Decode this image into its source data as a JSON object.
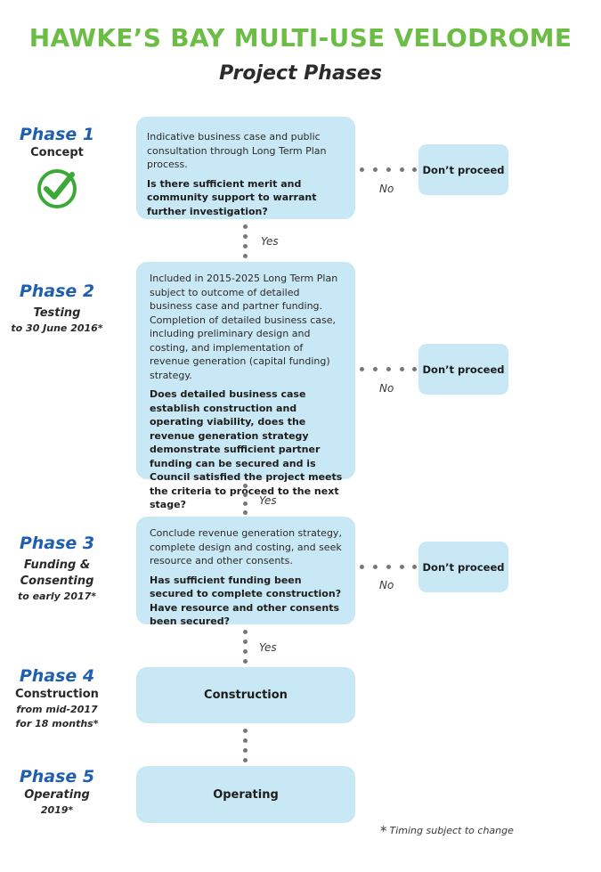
{
  "title": "HAWKE’S BAY MULTI-USE VELODROME",
  "subtitle": "Project Phases",
  "phases": [
    {
      "name": "Phase 1",
      "sub": "Concept",
      "note": "",
      "icon": "check-circle-icon",
      "icon_color": "#3aa935"
    },
    {
      "name": "Phase 2",
      "sub": "Testing",
      "note": "to 30 June 2016*"
    },
    {
      "name": "Phase 3",
      "sub": "Funding &",
      "sub2": "Consenting",
      "note": "to early 2017*"
    },
    {
      "name": "Phase 4",
      "sub": "Construction",
      "note": "from mid-2017",
      "note2": "for 18 months*"
    },
    {
      "name": "Phase 5",
      "sub": "Operating",
      "note": "2019*"
    }
  ],
  "boxes": [
    {
      "text": "Indicative business case and public consultation through Long Term Plan process.",
      "question": "Is there sufficient merit and community support to warrant further investigation?"
    },
    {
      "text": "Included in 2015-2025 Long Term Plan subject to outcome of detailed business case and partner funding. Completion of detailed business case, including preliminary design and costing, and implementation of revenue generation (capital funding) strategy.",
      "question": "Does detailed business case establish construction and operating viability, does the revenue generation strategy demonstrate sufficient partner funding can be secured and is Council satisfied the project meets the criteria to proceed to the next stage?"
    },
    {
      "text": "Conclude revenue generation strategy, complete design and costing, and seek resource and other consents.",
      "question": "Has sufficient funding been secured to complete construction? Have resource and other consents been secured?"
    },
    {
      "text": "Construction"
    },
    {
      "text": "Operating"
    }
  ],
  "dont_proceed": "Don’t proceed",
  "no_label": "No",
  "yes_label": "Yes",
  "footnote_star": "*",
  "footnote": "Timing subject to change",
  "colors": {
    "title": "#6cbd45",
    "phase_name": "#1f5fae",
    "box_fill": "#c9e8f6",
    "check": "#3aa935"
  }
}
